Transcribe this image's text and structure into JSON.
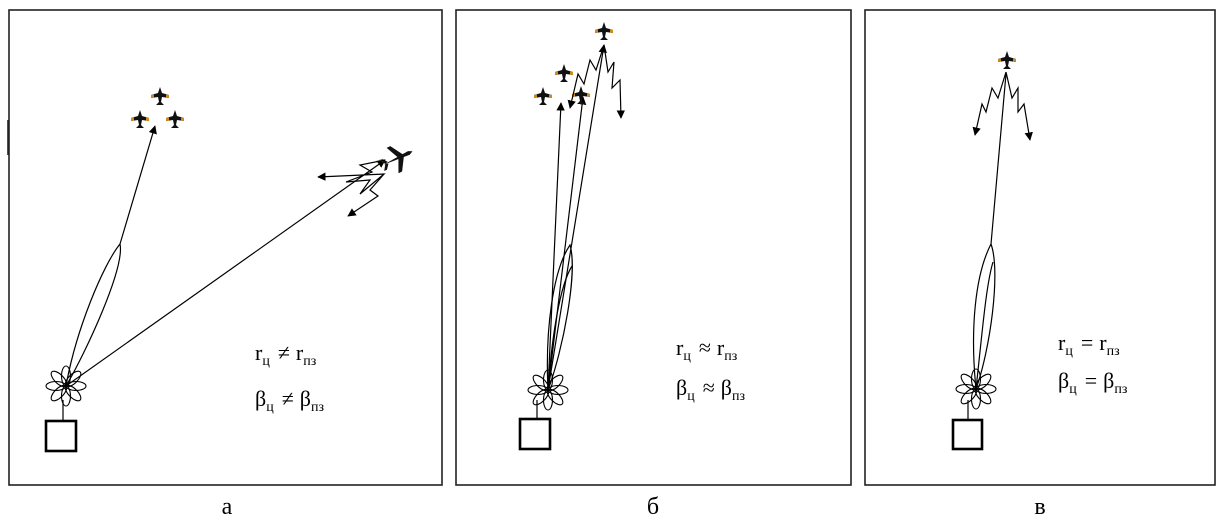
{
  "panels": [
    {
      "caption": "а",
      "formula_r": {
        "left": "r",
        "left_sub": "ц",
        "op": "≠",
        "right": "r",
        "right_sub": "пз"
      },
      "formula_beta": {
        "left": "β",
        "left_sub": "ц",
        "op": "≠",
        "right": "β",
        "right_sub": "пз"
      }
    },
    {
      "caption": "б",
      "formula_r": {
        "left": "r",
        "left_sub": "ц",
        "op": "≈",
        "right": "r",
        "right_sub": "пз"
      },
      "formula_beta": {
        "left": "β",
        "left_sub": "ц",
        "op": "≈",
        "right": "β",
        "right_sub": "пз"
      }
    },
    {
      "caption": "в",
      "formula_r": {
        "left": "r",
        "left_sub": "ц",
        "op": "=",
        "right": "r",
        "right_sub": "пз"
      },
      "formula_beta": {
        "left": "β",
        "left_sub": "ц",
        "op": "=",
        "right": "β",
        "right_sub": "пз"
      }
    }
  ],
  "icons": [
    "radar-station-icon",
    "antenna-pattern-icon",
    "fighter-jet-icon",
    "airplane-icon"
  ]
}
